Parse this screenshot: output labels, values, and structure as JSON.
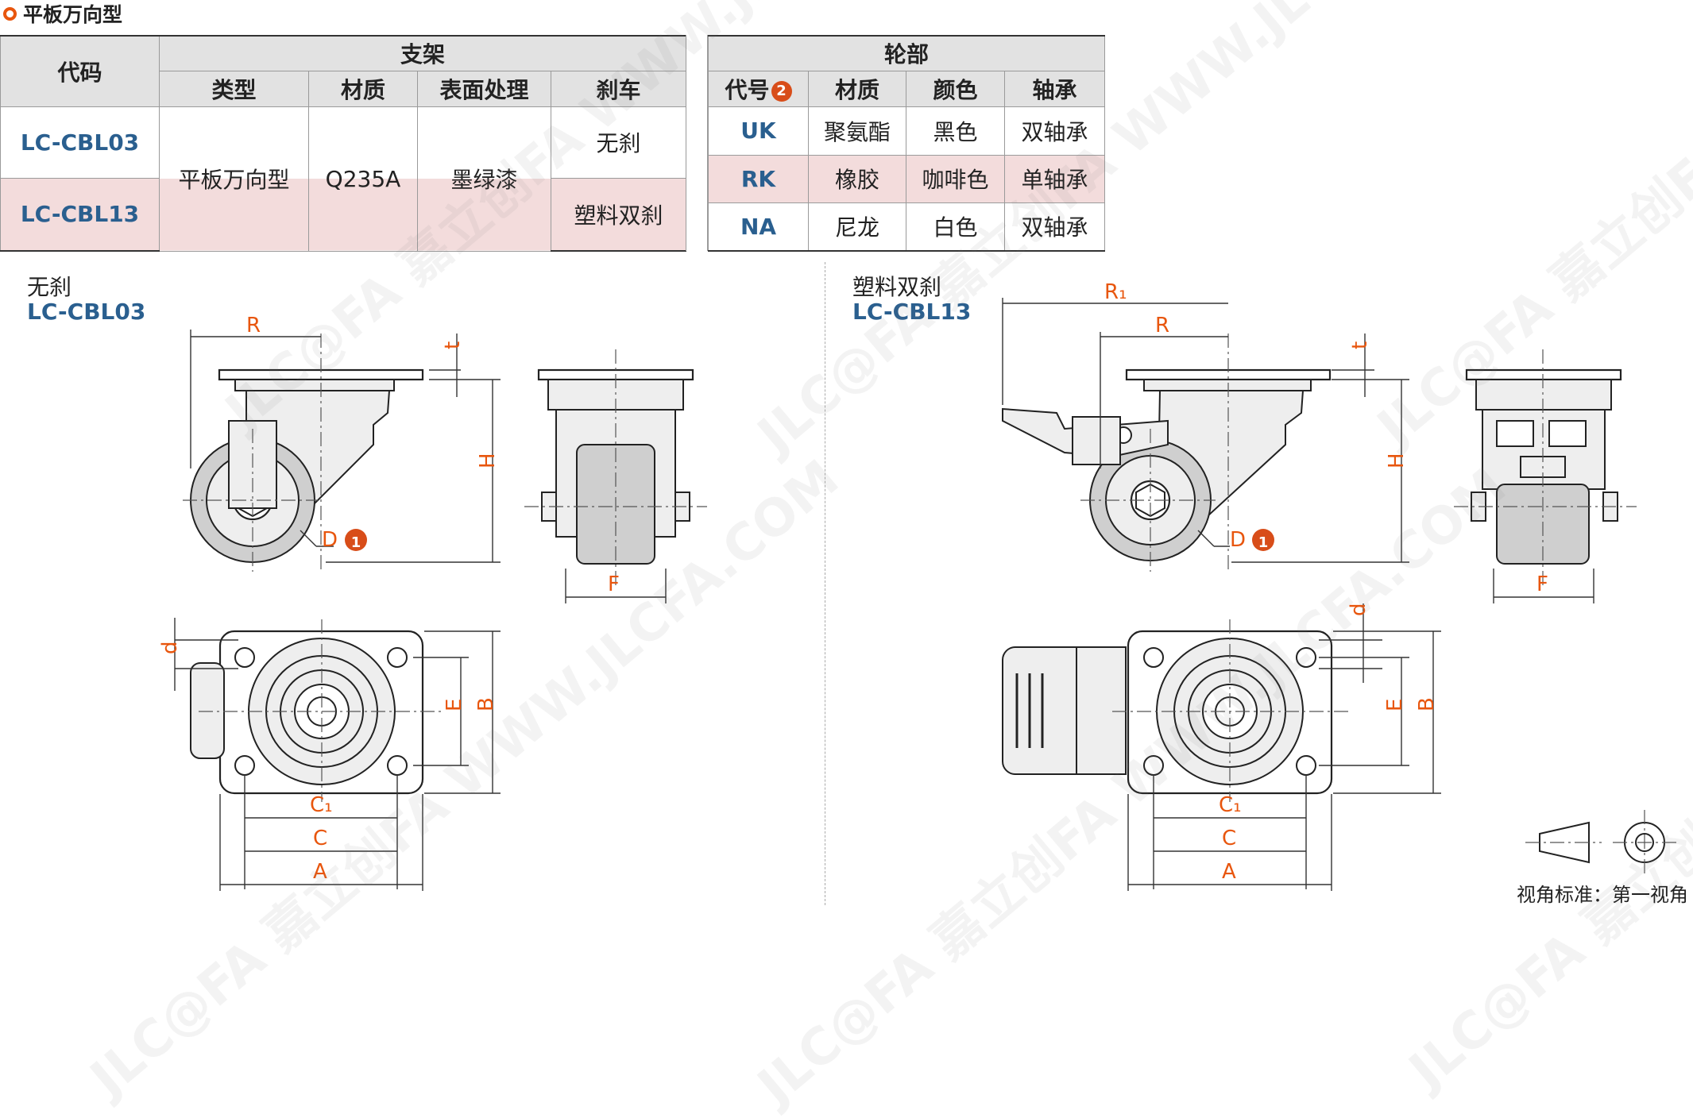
{
  "title": "平板万向型",
  "table": {
    "header": {
      "code": "代码",
      "bracket": "支架",
      "type": "类型",
      "material": "材质",
      "surface": "表面处理",
      "brake": "刹车",
      "wheel": "轮部",
      "wheel_code": "代号",
      "wheel_code_badge": "2",
      "wheel_material": "材质",
      "color": "颜色",
      "bearing": "轴承"
    },
    "rows": [
      {
        "code": "LC-CBL03",
        "brake": "无刹"
      },
      {
        "code": "LC-CBL13",
        "brake": "塑料双刹"
      }
    ],
    "shared": {
      "type": "平板万向型",
      "material": "Q235A",
      "surface": "墨绿漆"
    },
    "wheels": [
      {
        "code": "UK",
        "material": "聚氨酯",
        "color": "黑色",
        "bearing": "双轴承"
      },
      {
        "code": "RK",
        "material": "橡胶",
        "color": "咖啡色",
        "bearing": "单轴承"
      },
      {
        "code": "NA",
        "material": "尼龙",
        "color": "白色",
        "bearing": "双轴承"
      }
    ]
  },
  "drawings": {
    "left": {
      "label": "无刹",
      "code": "LC-CBL03"
    },
    "right": {
      "label": "塑料双刹",
      "code": "LC-CBL13"
    },
    "dims": {
      "R": "R",
      "R1": "R₁",
      "t": "t",
      "H": "H",
      "D": "D",
      "D_badge": "1",
      "F": "F",
      "d": "d",
      "E": "E",
      "B": "B",
      "C1": "C₁",
      "C": "C",
      "A": "A"
    }
  },
  "watermark": "JLC@FA 嘉立创FA WWW.JLCFA.COM",
  "footer": "视角标准：第一视角",
  "colors": {
    "accent": "#e8560e",
    "code_blue": "#2a5f8f",
    "header_bg": "#e2e2e2",
    "highlight_pink": "#f3dcdc"
  }
}
